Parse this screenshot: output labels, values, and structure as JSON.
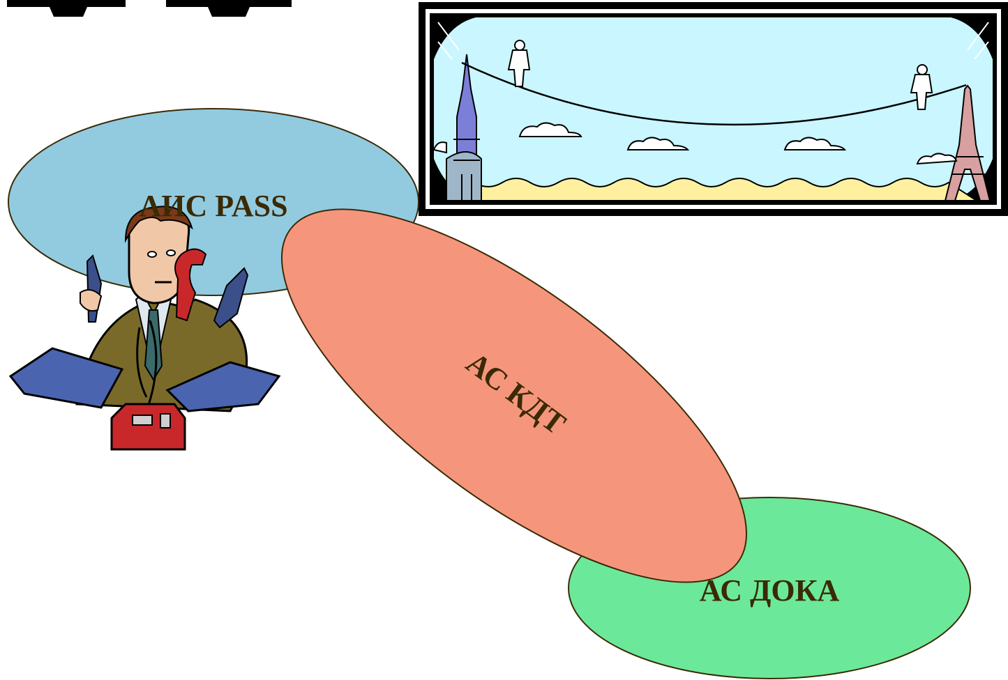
{
  "diagram": {
    "nodes": [
      {
        "id": "ais-pass",
        "label": "АИС PASS",
        "fill": "#92cbe0"
      },
      {
        "id": "as-kdt",
        "label": "АС КДТ",
        "fill": "#f5967c"
      },
      {
        "id": "as-doka",
        "label": "АС ДОКА",
        "fill": "#6ce89a"
      }
    ],
    "stroke_color": "#3a2a06"
  },
  "illustrations": {
    "tightrope": {
      "icon": "tightrope-walkers-picture",
      "sky": "#c9f6ff",
      "ground": "#fff0a0"
    },
    "operator": {
      "icon": "man-with-phones-picture"
    }
  }
}
